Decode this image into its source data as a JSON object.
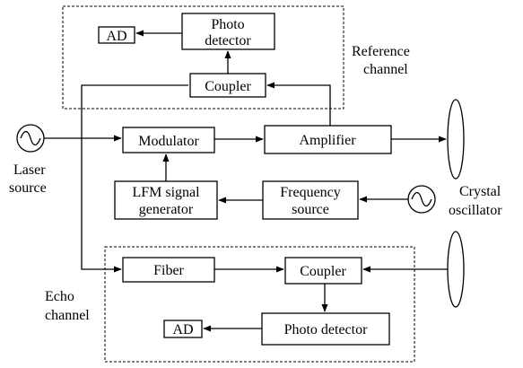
{
  "blocks": {
    "ad_ref": "AD",
    "photo_detector_ref_line1": "Photo",
    "photo_detector_ref_line2": "detector",
    "coupler_ref": "Coupler",
    "modulator": "Modulator",
    "amplifier": "Amplifier",
    "lfm_line1": "LFM signal",
    "lfm_line2": "generator",
    "freq_line1": "Frequency",
    "freq_line2": "source",
    "fiber": "Fiber",
    "coupler_echo": "Coupler",
    "ad_echo": "AD",
    "photo_detector_echo": "Photo detector"
  },
  "labels": {
    "reference_line1": "Reference",
    "reference_line2": "channel",
    "laser_line1": "Laser",
    "laser_line2": "source",
    "crystal_line1": "Crystal",
    "crystal_line2": "oscillator",
    "echo_line1": "Echo",
    "echo_line2": "channel"
  }
}
